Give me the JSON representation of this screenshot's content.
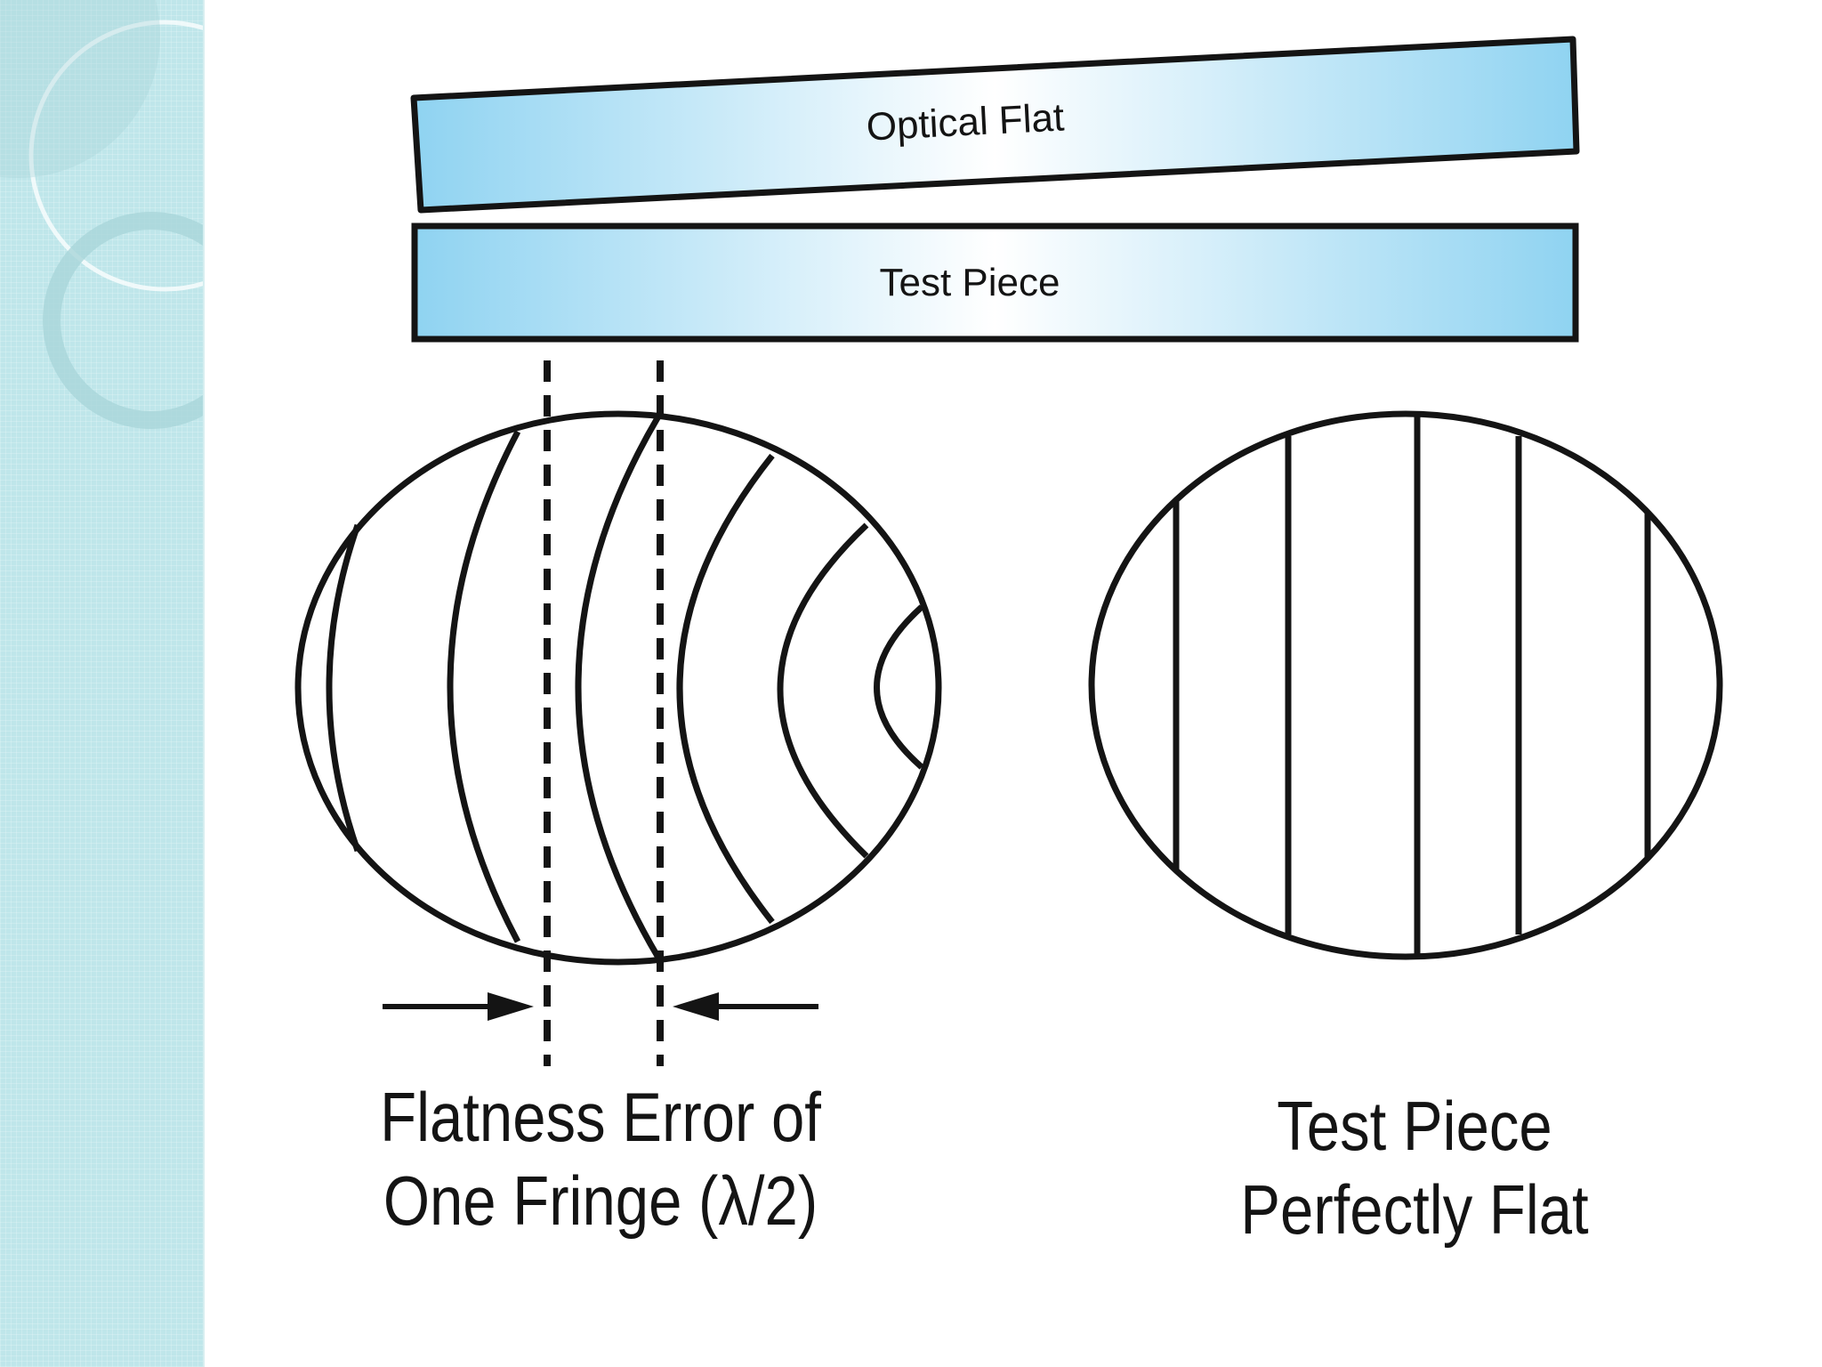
{
  "plates": {
    "optical_flat_label": "Optical Flat",
    "test_piece_label": "Test Piece"
  },
  "captions": {
    "left_line1": "Flatness Error of",
    "left_line2": "One Fringe (λ/2)",
    "right_line1": "Test Piece",
    "right_line2": "Perfectly Flat"
  },
  "colors": {
    "plate_fill_edge": "#8fd3f1",
    "plate_fill_center": "#ffffff",
    "outline": "#141414",
    "side_panel": "#bfe6ea"
  }
}
